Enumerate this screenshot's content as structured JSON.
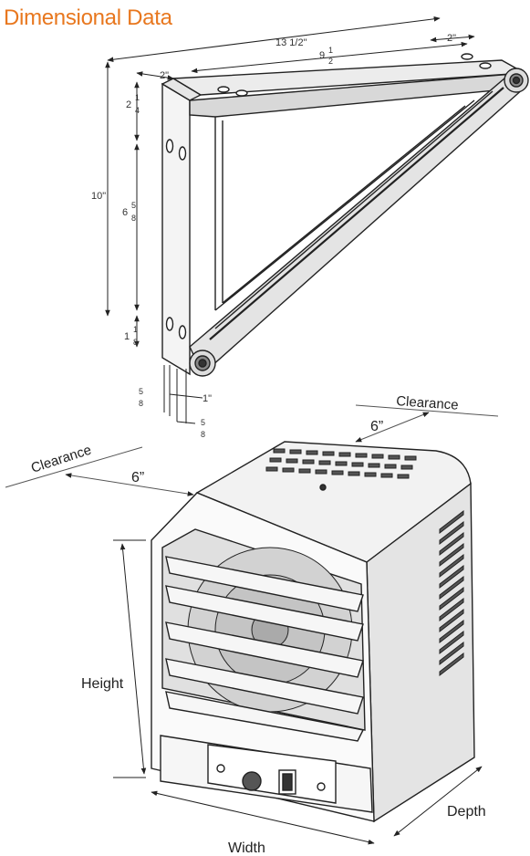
{
  "title": "Dimensional Data",
  "colors": {
    "accent": "#e8771e",
    "line": "#222222"
  },
  "bracket": {
    "dim_13_5": "13 1/2\"",
    "dim_2_top_right": "2\"",
    "dim_9_5_whole": "9",
    "dim_9_5_num": "1",
    "dim_9_5_den": "2",
    "dim_2_top_left": "2\"",
    "dim_2_25_whole": "2",
    "dim_2_25_num": "1",
    "dim_2_25_den": "4",
    "dim_10": "10\"",
    "dim_6_625_whole": "6",
    "dim_6_625_num": "5",
    "dim_6_625_den": "8",
    "dim_1_125_whole": "1",
    "dim_1_125_num": "1",
    "dim_1_125_den": "8",
    "dim_5_8a_num": "5",
    "dim_5_8a_den": "8",
    "dim_1": "1\"",
    "dim_5_8b_num": "5",
    "dim_5_8b_den": "8"
  },
  "heater": {
    "clearance_right": "Clearance",
    "clearance_right_value": "6”",
    "clearance_left": "Clearance",
    "clearance_left_value": "6”",
    "height": "Height",
    "width": "Width",
    "depth": "Depth"
  }
}
